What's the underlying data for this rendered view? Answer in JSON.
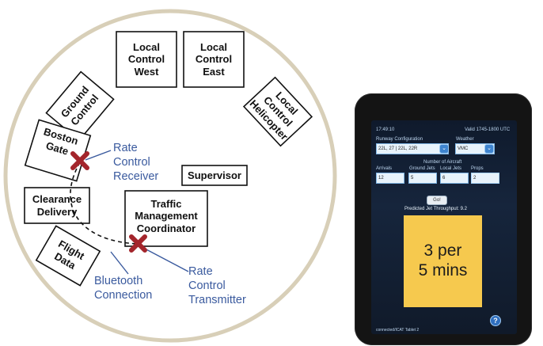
{
  "stations": {
    "local_control_west": "Local\nControl\nWest",
    "local_control_east": "Local\nControl\nEast",
    "ground_control": "Ground\nControl",
    "local_control_helicopter": "Local\nControl\nHelicopter",
    "boston_gate": "Boston\nGate",
    "supervisor": "Supervisor",
    "clearance_delivery": "Clearance\nDelivery",
    "traffic_management_coordinator": "Traffic\nManagement\nCoordinator",
    "flight_data": "Flight\nData"
  },
  "annotations": {
    "rate_control_receiver": "Rate\nControl\nReceiver",
    "rate_control_transmitter": "Rate\nControl\nTransmitter",
    "bluetooth_connection": "Bluetooth\nConnection"
  },
  "colors": {
    "annotation": "#3a5a9e",
    "marker": "#a3252b",
    "note": "#f6c94e"
  },
  "tablet": {
    "time": "17:49:10",
    "valid": "Valid 1745-1800 UTC",
    "runway_label": "Runway Configuration",
    "runway_value": "22L, 27 | 22L, 22R",
    "weather_label": "Weather",
    "weather_value": "VMC",
    "aircraft_header": "Number of Aircraft",
    "arrivals_label": "Arrivals",
    "arrivals_value": "12",
    "ground_jets_label": "Ground Jets",
    "ground_jets_value": "5",
    "local_jets_label": "Local Jets",
    "local_jets_value": "6",
    "props_label": "Props",
    "props_value": "2",
    "go_button": "Go!",
    "predicted_label": "Predicted Jet Throughput: 9.2",
    "rate_display": "3 per\n5 mins",
    "help_icon": "?",
    "footer": "connected/ICAT Tablet 2"
  }
}
